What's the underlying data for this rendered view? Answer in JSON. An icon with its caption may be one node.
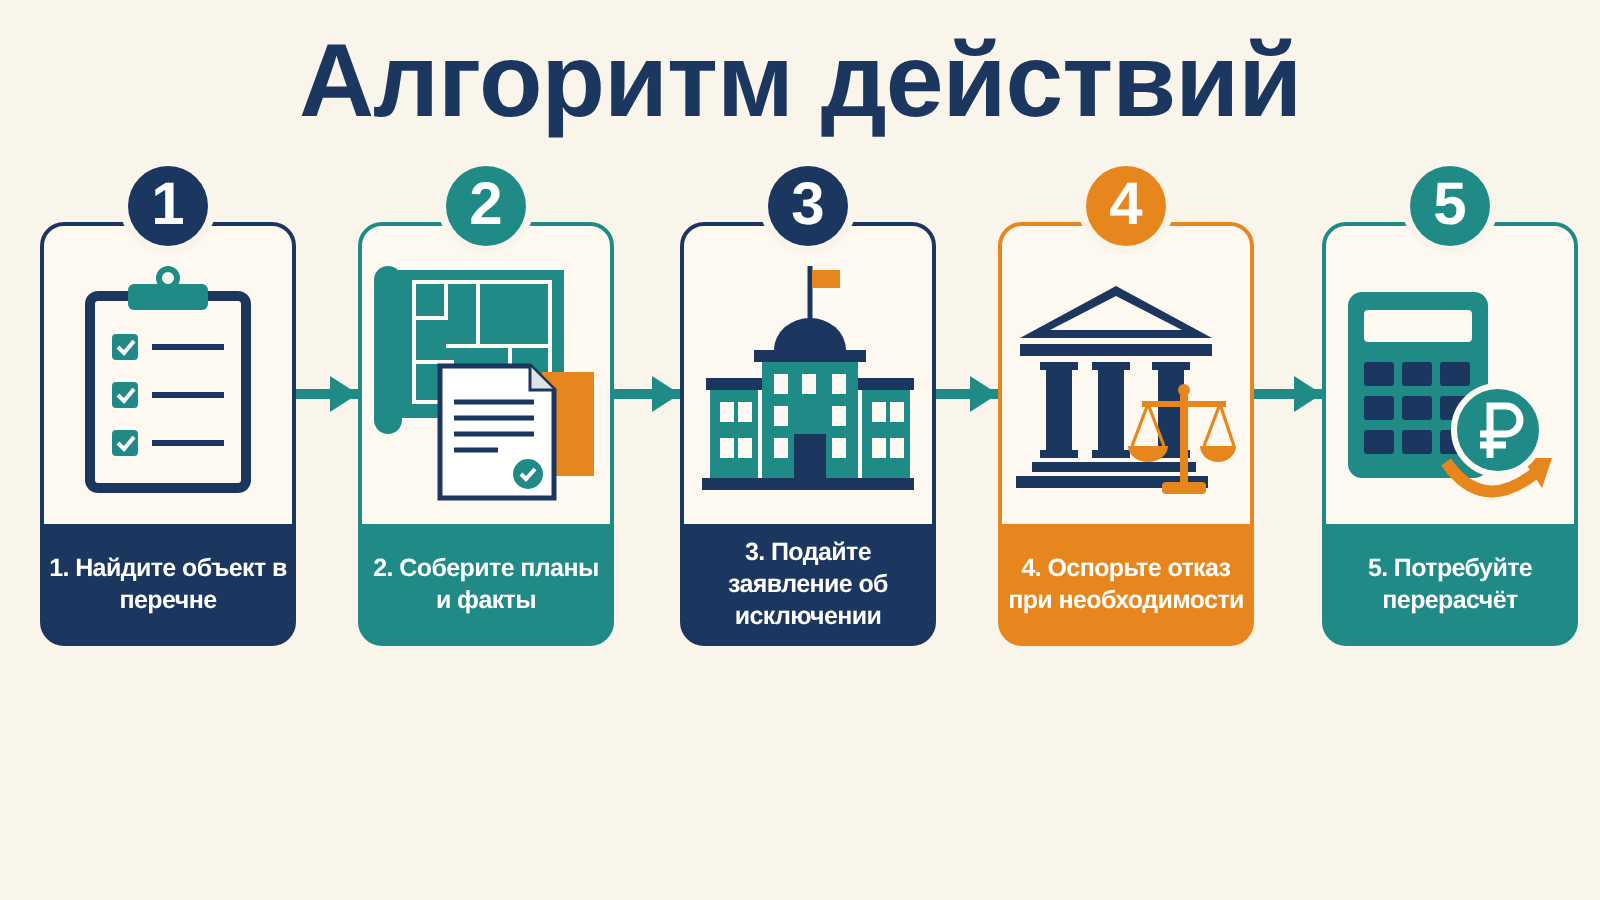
{
  "diagram": {
    "title": "Алгоритм действий",
    "nodes": [
      {
        "text": [
          "1",
          "1. Найдите объект в перечне"
        ]
      },
      {
        "text": [
          "2",
          "2. Соберите планы и факты"
        ]
      },
      {
        "text": [
          "3",
          "3. Подайте заявление об исключении"
        ]
      },
      {
        "text": [
          "4",
          "4. Оспорьте отказ при необходимости"
        ]
      },
      {
        "text": [
          "5",
          "5. Потребуйте перерасчёт"
        ]
      }
    ],
    "edges": [
      {
        "from": 0,
        "to": 1,
        "arrow": "to"
      },
      {
        "from": 1,
        "to": 2,
        "arrow": "to"
      },
      {
        "from": 2,
        "to": 3,
        "arrow": "to"
      },
      {
        "from": 3,
        "to": 4,
        "arrow": "to"
      }
    ]
  }
}
